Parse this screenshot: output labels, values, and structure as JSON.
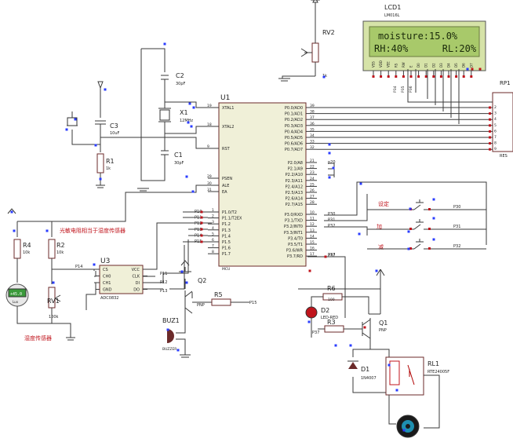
{
  "lcd": {
    "ref": "LCD1",
    "model": "LM016L",
    "line1": "moisture:15.0%",
    "line2": "RH:40%      RL:20%",
    "pins": [
      "VSS",
      "VDD",
      "VEE",
      "RS",
      "RW",
      "E",
      "D0",
      "D1",
      "D2",
      "D3",
      "D4",
      "D5",
      "D6",
      "D7"
    ],
    "bus_labels": [
      "P34",
      "P35",
      "P36"
    ]
  },
  "rv2": {
    "ref": "RV2",
    "value": "1k"
  },
  "rp1": {
    "ref": "RP1",
    "value": "RES"
  },
  "c2": {
    "ref": "C2",
    "value": "30pF"
  },
  "c1": {
    "ref": "C1",
    "value": "30pF"
  },
  "c3": {
    "ref": "C3",
    "value": "10uF"
  },
  "x1": {
    "ref": "X1",
    "value": "12MHz"
  },
  "r1": {
    "ref": "R1",
    "value": "1k"
  },
  "u1": {
    "ref": "U1",
    "type": "MCU",
    "left_pins_top": [
      {
        "num": "19",
        "name": "XTAL1"
      },
      {
        "num": "18",
        "name": "XTAL2"
      },
      {
        "num": "9",
        "name": "RST"
      },
      {
        "num": "29",
        "name": "PSEN"
      },
      {
        "num": "30",
        "name": "ALE"
      },
      {
        "num": "31",
        "name": "EA"
      }
    ],
    "left_pins_p1": [
      {
        "num": "1",
        "name": "P1.0/T2",
        "net": "P10"
      },
      {
        "num": "2",
        "name": "P1.1/T2EX",
        "net": "P11"
      },
      {
        "num": "3",
        "name": "P1.2",
        "net": "P12"
      },
      {
        "num": "4",
        "name": "P1.3",
        "net": "P13"
      },
      {
        "num": "5",
        "name": "P1.4",
        "net": "P14"
      },
      {
        "num": "6",
        "name": "P1.5",
        "net": "P15"
      },
      {
        "num": "7",
        "name": "P1.6",
        "net": ""
      },
      {
        "num": "8",
        "name": "P1.7",
        "net": ""
      }
    ],
    "right_pins_p0": [
      {
        "num": "39",
        "name": "P0.0/AD0"
      },
      {
        "num": "38",
        "name": "P0.1/AD1"
      },
      {
        "num": "37",
        "name": "P0.2/AD2"
      },
      {
        "num": "36",
        "name": "P0.3/AD3"
      },
      {
        "num": "35",
        "name": "P0.4/AD4"
      },
      {
        "num": "34",
        "name": "P0.5/AD5"
      },
      {
        "num": "33",
        "name": "P0.6/AD6"
      },
      {
        "num": "32",
        "name": "P0.7/AD7"
      }
    ],
    "right_pins_p2": [
      {
        "num": "21",
        "name": "P2.0/A8",
        "net": "p20"
      },
      {
        "num": "22",
        "name": "P2.1/A9",
        "net": ""
      },
      {
        "num": "23",
        "name": "P2.2/A10",
        "net": ""
      },
      {
        "num": "24",
        "name": "P2.3/A11",
        "net": ""
      },
      {
        "num": "25",
        "name": "P2.4/A12",
        "net": ""
      },
      {
        "num": "26",
        "name": "P2.5/A13",
        "net": ""
      },
      {
        "num": "27",
        "name": "P2.6/A14",
        "net": ""
      },
      {
        "num": "28",
        "name": "P2.7/A15",
        "net": ""
      }
    ],
    "right_pins_p3": [
      {
        "num": "10",
        "name": "P3.0/RXD",
        "net": "P30"
      },
      {
        "num": "11",
        "name": "P3.1/TXD",
        "net": "P31"
      },
      {
        "num": "12",
        "name": "P3.2/INT0",
        "net": "P32"
      },
      {
        "num": "13",
        "name": "P3.3/INT1",
        "net": ""
      },
      {
        "num": "14",
        "name": "P3.4/T0",
        "net": ""
      },
      {
        "num": "15",
        "name": "P3.5/T1",
        "net": ""
      },
      {
        "num": "16",
        "name": "P3.6/WR",
        "net": ""
      },
      {
        "num": "17",
        "name": "P3.7/RD",
        "net": "P37"
      }
    ]
  },
  "u3": {
    "ref": "U3",
    "model": "ADC0832",
    "left_pins": [
      "CS",
      "CH0",
      "CH1",
      "GND"
    ],
    "right_pins": [
      "VCC",
      "CLK",
      "DI",
      "DO"
    ],
    "nets": [
      "P14",
      "P11",
      "P12",
      "P13"
    ]
  },
  "labels": {
    "photoresistor_note": "光敏电阻相当于湿度传感器",
    "humidity_sensor": "湿度传感器",
    "set": "设定",
    "plus": "加",
    "minus": "减"
  },
  "r4": {
    "ref": "R4",
    "value": "10k"
  },
  "r2": {
    "ref": "R2",
    "value": "10k"
  },
  "rv1": {
    "ref": "RV1",
    "value": "100k"
  },
  "sensor": {
    "lux": "+45.0",
    "unit": "Lux"
  },
  "q2": {
    "ref": "Q2",
    "type": "PNP"
  },
  "r5": {
    "ref": "R5",
    "net": "P15"
  },
  "buzzer": {
    "ref": "BUZ1",
    "model": "BUZZER"
  },
  "r6": {
    "ref": "R6",
    "value": "100"
  },
  "d2": {
    "ref": "D2",
    "model": "LED-RED"
  },
  "r3": {
    "ref": "R3",
    "net": "P37"
  },
  "q1": {
    "ref": "Q1",
    "type": "PNP"
  },
  "d1": {
    "ref": "D1",
    "model": "1N4007"
  },
  "rl1": {
    "ref": "RL1",
    "model": "RTE24005F"
  },
  "buttons": [
    "P30",
    "P31",
    "P32"
  ],
  "colors": {
    "wire": "#3a3a3a",
    "chip": "#f0f0d8",
    "lcd_screen": "#a8c96a",
    "accent_red": "#c0141c",
    "pin_blue": "#2a3cff"
  }
}
